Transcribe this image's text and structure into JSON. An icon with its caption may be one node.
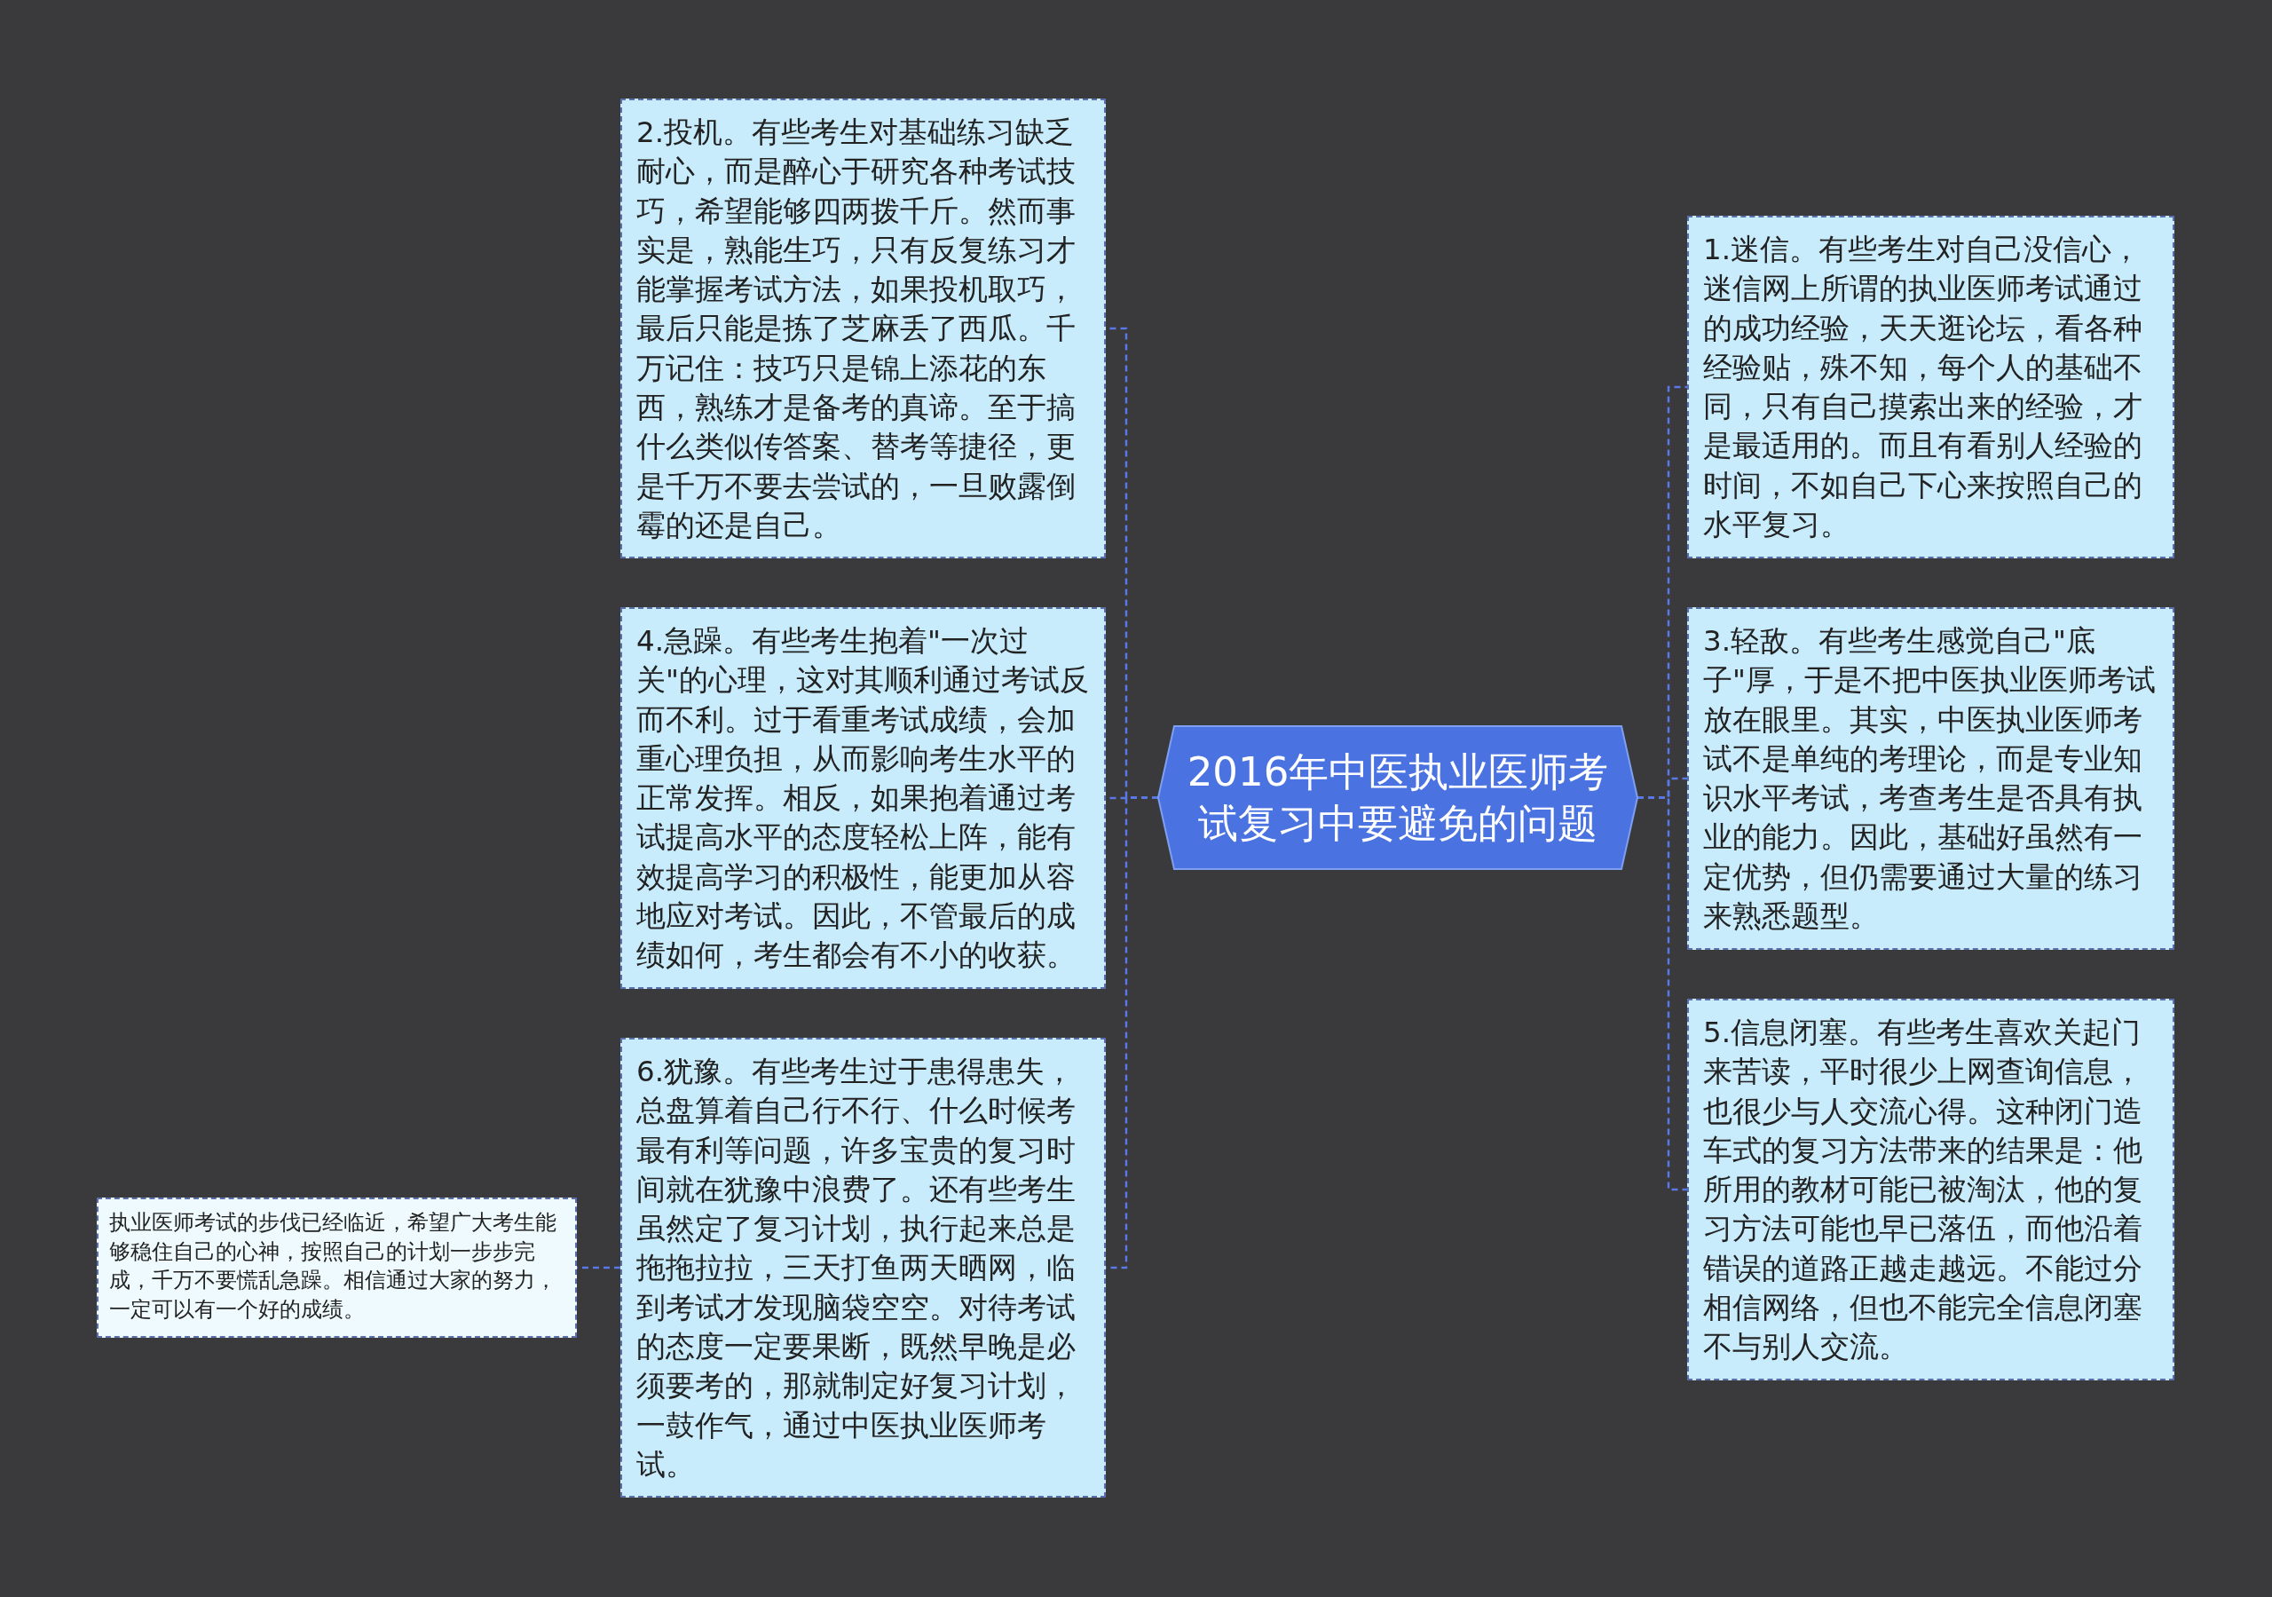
{
  "diagram": {
    "nodes": [
      {
        "text": [
          "2016年中医执业医师考试复习中要避免的问题"
        ]
      },
      {
        "text": [
          "2.投机。有些考生对基础练习缺乏耐心，而是醉心于研究各种考试技巧，希望能够四两拨千斤。然而事实是，熟能生巧，只有反复练习才能掌握考试方法，如果投机取巧，最后只能是拣了芝麻丢了西瓜。千万记住：技巧只是锦上添花的东西，熟练才是备考的真谛。至于搞什么类似传答案、替考等捷径，更是千万不要去尝试的，一旦败露倒霉的还是自己。"
        ]
      },
      {
        "text": [
          "4.急躁。有些考生抱着\"一次过关\"的心理，这对其顺利通过考试反而不利。过于看重考试成绩，会加重心理负担，从而影响考生水平的正常发挥。相反，如果抱着通过考试提高水平的态度轻松上阵，能有效提高学习的积极性，能更加从容地应对考试。因此，不管最后的成绩如何，考生都会有不小的收获。"
        ]
      },
      {
        "text": [
          "6.犹豫。有些考生过于患得患失，总盘算着自己行不行、什么时候考最有利等问题，许多宝贵的复习时间就在犹豫中浪费了。还有些考生虽然定了复习计划，执行起来总是拖拖拉拉，三天打鱼两天晒网，临到考试才发现脑袋空空。对待考试的态度一定要果断，既然早晚是必须要考的，那就制定好复习计划，一鼓作气，通过中医执业医师考试。"
        ]
      },
      {
        "text": [
          "执业医师考试的步伐已经临近，希望广大考生能够稳住自己的心神，按照自己的计划一步步完成，千万不要慌乱急躁。相信通过大家的努力，一定可以有一个好的成绩。"
        ]
      },
      {
        "text": [
          "1.迷信。有些考生对自己没信心，迷信网上所谓的执业医师考试通过的成功经验，天天逛论坛，看各种经验贴，殊不知，每个人的基础不同，只有自己摸索出来的经验，才是最适用的。而且有看别人经验的时间，不如自己下心来按照自己的水平复习。"
        ]
      },
      {
        "text": [
          "3.轻敌。有些考生感觉自己\"底子\"厚，于是不把中医执业医师考试放在眼里。其实，中医执业医师考试不是单纯的考理论，而是专业知识水平考试，考查考生是否具有执业的能力。因此，基础好虽然有一定优势，但仍需要通过大量的练习来熟悉题型。"
        ]
      },
      {
        "text": [
          "5.信息闭塞。有些考生喜欢关起门来苦读，平时很少上网查询信息，也很少与人交流心得。这种闭门造车式的复习方法带来的结果是：他所用的教材可能已被淘汰，他的复习方法可能也早已落伍，而他沿着错误的道路正越走越远。不能过分相信网络，但也不能完全信息闭塞不与别人交流。"
        ]
      }
    ],
    "edges": [
      {
        "from": 0,
        "to": 1,
        "arrow": "none",
        "style": "dashed"
      },
      {
        "from": 0,
        "to": 2,
        "arrow": "none",
        "style": "dashed"
      },
      {
        "from": 0,
        "to": 3,
        "arrow": "none",
        "style": "dashed"
      },
      {
        "from": 3,
        "to": 4,
        "arrow": "none",
        "style": "dashed"
      },
      {
        "from": 0,
        "to": 5,
        "arrow": "none",
        "style": "dashed"
      },
      {
        "from": 0,
        "to": 6,
        "arrow": "none",
        "style": "dashed"
      },
      {
        "from": 0,
        "to": 7,
        "arrow": "none",
        "style": "dashed"
      }
    ]
  }
}
